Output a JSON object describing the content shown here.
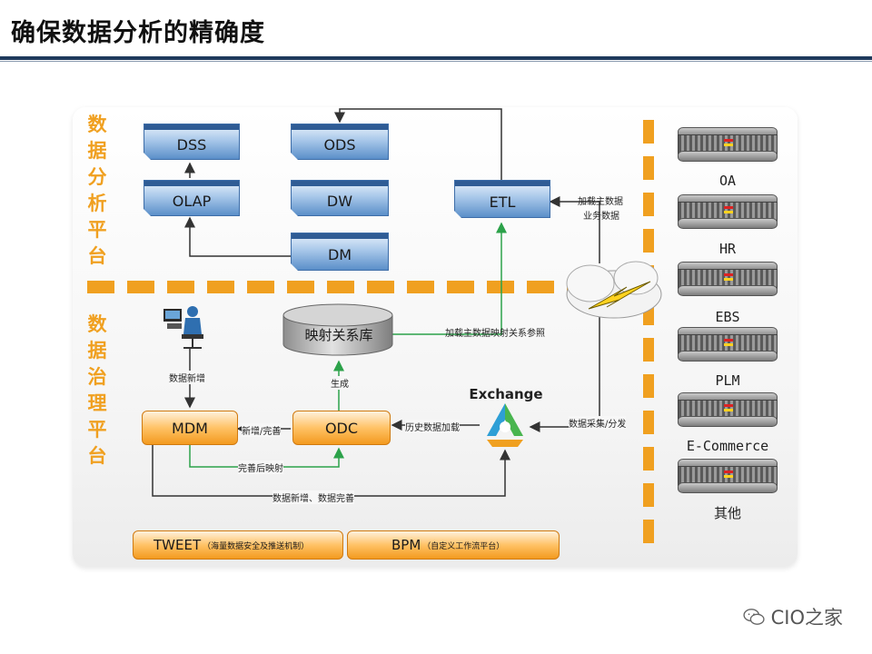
{
  "title": "确保数据分析的精确度",
  "section_labels": {
    "analysis": [
      "数",
      "据",
      "分",
      "析",
      "平",
      "台"
    ],
    "governance": [
      "数",
      "据",
      "治",
      "理",
      "平",
      "台"
    ]
  },
  "boxes": {
    "dss": "DSS",
    "ods": "ODS",
    "olap": "OLAP",
    "dw": "DW",
    "etl": "ETL",
    "dm": "DM",
    "mdm": "MDM",
    "odc": "ODC",
    "mapping_db": "映射关系库",
    "exchange": "Exchange",
    "tweet": "TWEET",
    "tweet_note": "（海量数据安全及推送机制）",
    "bpm": "BPM",
    "bpm_note": "（自定义工作流平台）"
  },
  "edge_labels": {
    "load_master": "加载主数据",
    "business_data": "业务数据",
    "load_mapping": "加载主数据映射关系参照",
    "generate": "生成",
    "data_add": "数据新增",
    "add_complete": "新增/完善",
    "history_load": "历史数据加载",
    "collect_distribute": "数据采集/分发",
    "complete_map": "完善后映射",
    "data_add_complete": "数据新增、数据完善"
  },
  "systems": [
    "OA",
    "HR",
    "EBS",
    "PLM",
    "E-Commerce",
    "其他"
  ],
  "footer": {
    "brand": "CIO之家"
  },
  "colors": {
    "accent_orange": "#f0a020",
    "box_blue": "#5b8fc9",
    "box_orange": "#f39a1f",
    "arrow_green": "#2ca24a",
    "title_rule": "#1f3a5c"
  }
}
